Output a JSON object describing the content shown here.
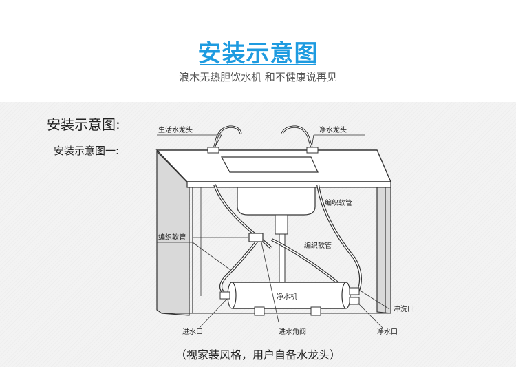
{
  "header": {
    "title": "安装示意图",
    "subtitle": "浪木无热胆饮水机 和不健康说再见"
  },
  "section": {
    "title": "安装示意图:",
    "subtitle": "安装示意图一:"
  },
  "labels": {
    "living_faucet": "生活水龙头",
    "purified_faucet": "净水龙头",
    "braided_hose_right": "编织软管",
    "braided_hose_left": "编织软管",
    "braided_hose_center": "编织软管",
    "purifier": "净水机",
    "flush_outlet": "冲洗口",
    "water_inlet": "进水口",
    "inlet_angle_valve": "进水角阀",
    "water_outlet": "净水口"
  },
  "caption": "（视家装风格，用户自备水龙头）",
  "colors": {
    "title": "#1e9be0",
    "panel_bg": "#f3f3f3",
    "cabinet_side": "#d9d9d9",
    "line": "#333333"
  }
}
